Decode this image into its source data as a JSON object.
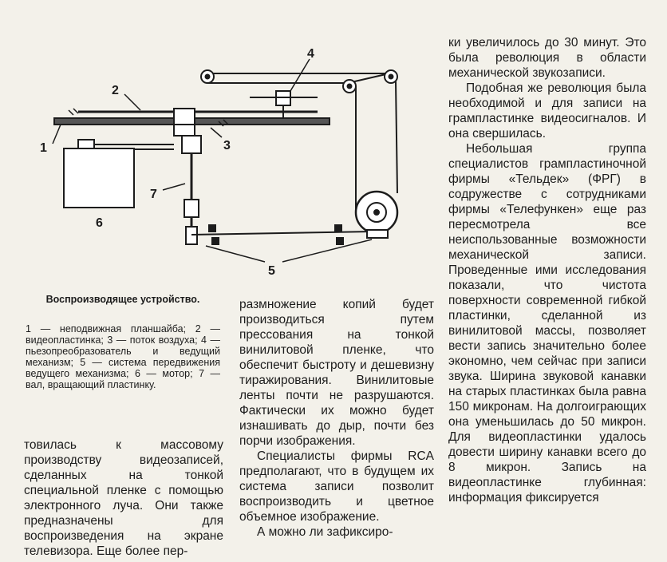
{
  "figure": {
    "labels": {
      "l1": "1",
      "l2": "2",
      "l3": "3",
      "l4": "4",
      "l5": "5",
      "l6": "6",
      "l7": "7"
    },
    "caption_title": "Воспроизводящее устройство.",
    "caption_body": "1 — неподвижная планшайба; 2 — видеопластинка; 3 — поток воздуха; 4 — пьезопреобразователь и ведущий механизм; 5 — система передвижения ведущего механизма; 6 — мотор; 7 — вал, вращающий пластинку."
  },
  "right_column": [
    "ки увеличилось до 30 минут. Это была революция в области механической звукозаписи.",
    "Подобная же революция была необходимой и для записи на грампластинке видеосигналов. И она свершилась.",
    "Небольшая группа специалистов грампластиночной фирмы «Тельдек» (ФРГ) в содружестве с сотрудниками фирмы «Телефункен» еще раз пересмотрела все неиспользованные возможности механической записи. Проведенные ими исследования показали, что чистота поверхности современной гибкой пластинки, сделанной из винилитовой массы, позволяет вести запись значительно более экономно, чем сейчас при записи звука. Ширина звуковой канавки на старых пластинках была равна 150 микронам. На долгоиграющих она уменьшилась до 50 микрон. Для видеопластинки удалось довести ширину канавки всего до 8 микрон. Запись на видеопластинке глубинная: информация фиксируется"
  ],
  "middle_column": [
    "размножение копий будет производиться путем прессования на тонкой винилитовой пленке, что обеспечит быстроту и дешевизну тиражирования. Винилитовые ленты почти не разрушаются. Фактически их можно будет изнашивать до дыр, почти без порчи изображения.",
    "Специалисты фирмы RCA предполагают, что в будущем их система записи позволит воспроизводить и цветное объемное изображение.",
    "А можно ли зафиксиро-"
  ],
  "left_column": [
    "товилась к массовому производству видеозаписей, сделанных на тонкой специальной пленке с помощью электронного луча. Они также предназначены для воспроизведения на экране телевизора. Еще более пер-"
  ]
}
